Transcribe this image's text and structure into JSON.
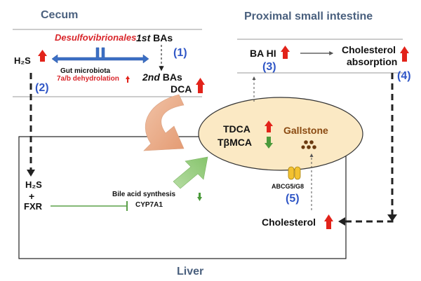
{
  "sections": {
    "cecum": "Cecum",
    "proximal": "Proximal small intestine",
    "liver": "Liver"
  },
  "labels": {
    "desulfo": "Desulfovibrionales",
    "h2s_top": "H₂S",
    "gut_microbiota": "Gut microbiota",
    "dehydrolation": "7a/b dehydrolation",
    "first_bas_prefix": "1st",
    "first_bas_suffix": " BAs",
    "second_bas_prefix": "2nd",
    "second_bas_suffix": " BAs",
    "dca": "DCA",
    "ba_hi": "BA HI",
    "cholesterol_absorption_1": "Cholesterol",
    "cholesterol_absorption_2": "absorption",
    "tdca": "TDCA",
    "tbmca": "TβMCA",
    "gallstone": "Gallstone",
    "abcg": "ABCG5/G8",
    "h2s_liver": "H₂S",
    "plus": "+",
    "fxr": "FXR",
    "bile_acid_synthesis": "Bile acid synthesis",
    "cyp7a1": "CYP7A1",
    "cholesterol": "Cholesterol"
  },
  "steps": [
    "(1)",
    "(2)",
    "(3)",
    "(4)",
    "(5)"
  ],
  "colors": {
    "up": "#e2231a",
    "down": "#4b9a3b",
    "blue_arrow": "#3b6fc4",
    "ellipse_fill": "#fbe9c4",
    "orange_arrow": "#e8a985",
    "green_arrow": "#9fd08a",
    "gallstone_text": "#8a4a12",
    "gallstone_dots": "#6b3a10",
    "transporter": "#f3c230"
  }
}
